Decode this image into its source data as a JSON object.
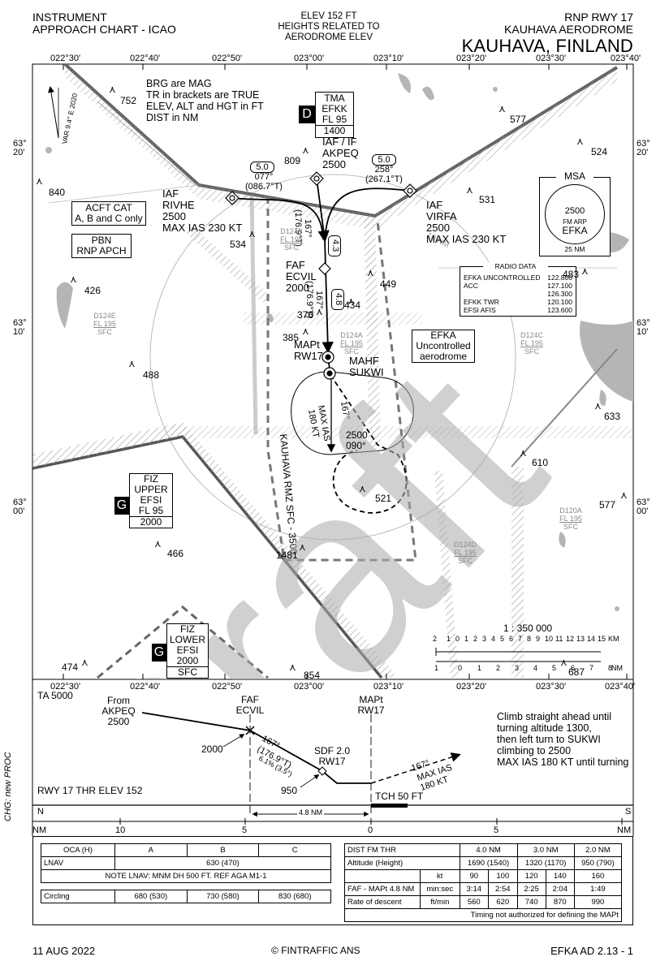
{
  "header": {
    "left_line1": "INSTRUMENT",
    "left_line2": "APPROACH CHART - ICAO",
    "center_line1": "ELEV 152 FT",
    "center_line2": "HEIGHTS RELATED TO",
    "center_line3": "AERODROME ELEV",
    "right_line1": "RNP RWY  17",
    "right_line2": "KAUHAVA AERODROME",
    "right_line3": "KAUHAVA, FINLAND"
  },
  "plan": {
    "lon_ticks_top": [
      "022°30'",
      "022°40'",
      "022°50'",
      "023°00'",
      "023°10'",
      "023°20'",
      "023°30'",
      "023°40'"
    ],
    "lon_ticks_bottom": [
      "022°30'",
      "022°40'",
      "022°50'",
      "023°00'",
      "023°10'",
      "023°20'",
      "023°30'",
      "023°40'"
    ],
    "lat_ticks": [
      "63°\n20'",
      "63°\n10'",
      "63°\n00'"
    ],
    "var": "VAR 9.4° E 2020",
    "notes": [
      "BRG are MAG",
      "TR in brackets are TRUE",
      "ELEV, ALT and HGT in FT",
      "DIST in NM"
    ],
    "tma": {
      "title": "TMA",
      "name": "EFKK",
      "upper": "FL 95",
      "lower": "1400",
      "class": "D"
    },
    "acft_cat": [
      "ACFT CAT",
      "A, B and C only"
    ],
    "pbn": [
      "PBN",
      "RNP APCH"
    ],
    "fiz_upper": {
      "t1": "FIZ",
      "t2": "UPPER",
      "t3": "EFSI",
      "t4": "FL 95",
      "t5": "2000",
      "class": "G"
    },
    "fiz_lower": {
      "t1": "FIZ",
      "t2": "LOWER",
      "t3": "EFSI",
      "t4": "2000",
      "t5": "SFC",
      "class": "G"
    },
    "msa": {
      "title": "MSA",
      "alt": "2500",
      "ref": "FM ARP",
      "name": "EFKA",
      "radius": "25 NM"
    },
    "radio": {
      "title": "RADIO DATA",
      "rows": [
        [
          "EFKA UNCONTROLLED",
          "122.800"
        ],
        [
          "ACC",
          "127.100"
        ],
        [
          "",
          "126.300"
        ],
        [
          "EFKK TWR",
          "120.100"
        ],
        [
          "EFSI AFIS",
          "123.600"
        ]
      ]
    },
    "efka_box": [
      "EFKA",
      "Uncontrolled",
      "aerodrome"
    ],
    "iaf_rivhe": [
      "IAF",
      "RIVHE",
      "2500",
      "MAX IAS 230 KT"
    ],
    "iaf_akpeq": [
      "IAF / IF",
      "AKPEQ",
      "2500"
    ],
    "iaf_virfa": [
      "IAF",
      "VIRFA",
      "2500",
      "MAX IAS 230 KT"
    ],
    "faf_ecvil": [
      "FAF",
      "ECVIL",
      "2000"
    ],
    "mapt": [
      "MAPt",
      "RW17"
    ],
    "mahf": [
      "MAHF",
      "SUKWI"
    ],
    "dist_5a": "5.0",
    "dist_5b": "5.0",
    "dist_43": "4.3",
    "dist_48": "4.8",
    "crs_077": [
      "077°",
      "(086.7°T)"
    ],
    "crs_258": [
      "258°",
      "(267.1°T)"
    ],
    "crs_167a": [
      "167°",
      "(176.9°T)"
    ],
    "crs_167b": [
      "167°",
      "(176.9°T)"
    ],
    "hold": [
      "2500",
      "090°"
    ],
    "ias180": [
      "167°",
      "MAX IAS",
      "180 KT"
    ],
    "rmz": "KAUHAVA RMZ SFC - 3500",
    "areas": [
      {
        "n": "D124B",
        "u": "FL 195",
        "l": "SFC"
      },
      {
        "n": "D124E",
        "u": "FL 195",
        "l": "SFC"
      },
      {
        "n": "D124A",
        "u": "FL 195",
        "l": "SFC"
      },
      {
        "n": "D124C",
        "u": "FL 195",
        "l": "SFC"
      },
      {
        "n": "D120A",
        "u": "FL 195",
        "l": "SFC"
      },
      {
        "n": "D124D",
        "u": "FL 195",
        "l": "SFC"
      }
    ],
    "obstacles": [
      "752",
      "577",
      "524",
      "840",
      "809",
      "531",
      "534",
      "483",
      "426",
      "449",
      "434",
      "376",
      "385",
      "488",
      "633",
      "610",
      "577",
      "521",
      "466",
      "1481",
      "474",
      "854",
      "687"
    ],
    "ten_nm": "10 NM",
    "scale": {
      "title": "1 : 350 000",
      "km_label": "KM",
      "nm_label": "NM",
      "km_ticks": [
        "2",
        "1",
        "0",
        "1",
        "2",
        "3",
        "4",
        "5",
        "6",
        "7",
        "8",
        "9",
        "10",
        "11",
        "12",
        "13",
        "14",
        "15"
      ],
      "nm_ticks": [
        "1",
        "0",
        "1",
        "2",
        "3",
        "4",
        "5",
        "6",
        "7",
        "8"
      ]
    },
    "watermark": "Draft"
  },
  "profile": {
    "ta": "TA 5000",
    "from": [
      "From",
      "AKPEQ",
      "2500"
    ],
    "faf": [
      "FAF",
      "ECVIL"
    ],
    "mapt": [
      "MAPt",
      "RW17"
    ],
    "alt2000": "2000",
    "crs": [
      "167°",
      "(176.9°T)",
      "6.1% (3.5°)"
    ],
    "sdf": [
      "SDF 2.0",
      "RW17"
    ],
    "alt950": "950",
    "missed": [
      "Climb straight ahead until",
      "turning altitude 1300,",
      "then left turn to SUKWI",
      "climbing to 2500",
      "MAX IAS 180 KT until turning"
    ],
    "missed_crs": [
      "167°",
      "MAX IAS",
      "180 KT"
    ],
    "rwy": "RWY 17  THR ELEV 152",
    "tch": "TCH 50 FT",
    "n": "N",
    "s": "S",
    "dist": "4.8 NM",
    "chg": "CHG: new PROC",
    "nm_axis": {
      "left": "NM",
      "right": "NM",
      "ticks": [
        "10",
        "5",
        "0",
        "5"
      ]
    }
  },
  "oca": {
    "header": [
      "OCA (H)",
      "A",
      "B",
      "C"
    ],
    "lnav": [
      "LNAV",
      "630 (470)"
    ],
    "note": "NOTE LNAV: MNM DH 500 FT. REF AGA M1-1",
    "circling": [
      "Circling",
      "680 (530)",
      "730 (580)",
      "830 (680)"
    ]
  },
  "dist_table": {
    "row1": [
      "DIST FM THR",
      "4.0  NM",
      "3.0  NM",
      "2.0  NM"
    ],
    "row2": [
      "Altitude (Height)",
      "1690 (1540)",
      "1320 (1170)",
      "950 (790)"
    ],
    "row3": [
      "",
      "kt",
      "90",
      "100",
      "120",
      "140",
      "160"
    ],
    "row4": [
      "FAF - MAPt  4.8 NM",
      "min:sec",
      "3:14",
      "2:54",
      "2:25",
      "2:04",
      "1:49"
    ],
    "row5": [
      "Rate of descent",
      "ft/min",
      "560",
      "620",
      "740",
      "870",
      "990"
    ],
    "note": "Timing not authorized for defining the MAPt"
  },
  "footer": {
    "date": "11 AUG 2022",
    "copy": "FINTRAFFIC ANS",
    "page": "EFKA AD 2.13 - 1"
  }
}
